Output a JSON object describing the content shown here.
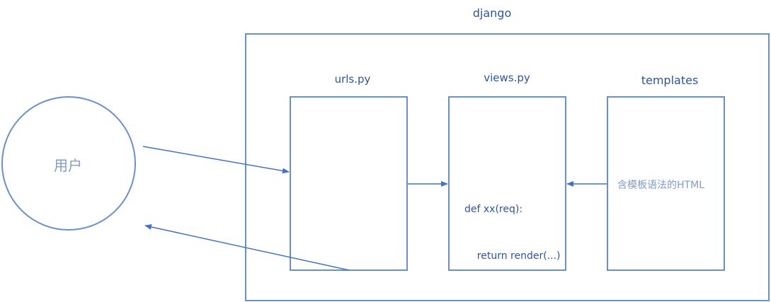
{
  "colors": {
    "stroke": "#6d8fc5",
    "arrow": "#4472c4",
    "text": "#2f5597",
    "text_light": "#7f9cc8"
  },
  "container": {
    "title": "django"
  },
  "user": {
    "label": "用户"
  },
  "urls": {
    "title": "urls.py"
  },
  "views": {
    "title": "views.py",
    "code_line1": "def xx(req):",
    "code_line2": "    return render(...)"
  },
  "templates": {
    "title": "templates",
    "content": "含模板语法的HTML"
  }
}
